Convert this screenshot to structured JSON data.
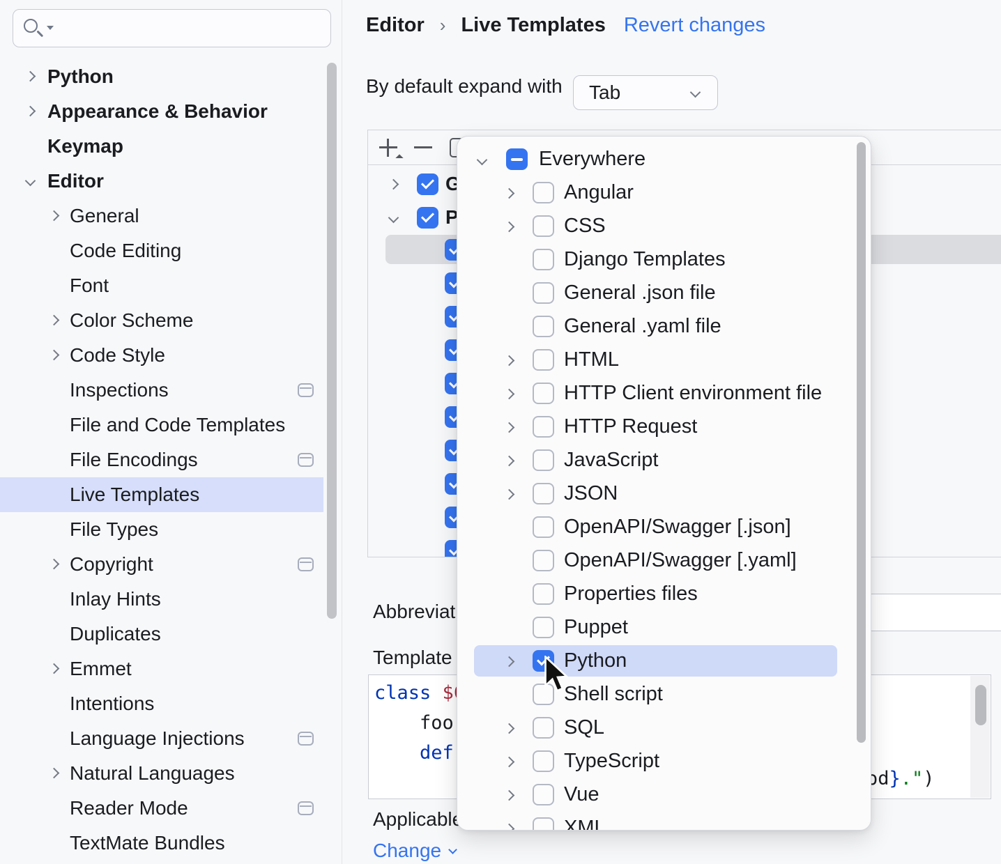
{
  "colors": {
    "accent": "#3574F0",
    "link": "#3574F0",
    "selection_blue": "#D6DEFB",
    "selection_gray": "#DBDCE0",
    "popup_highlight": "#CFD9F8",
    "code_keyword": "#0033B3",
    "code_string": "#067D17",
    "code_variable": "#AB2A3E"
  },
  "sidebar": {
    "search_placeholder": "",
    "items": [
      {
        "label": "Python",
        "level": 0,
        "chevron": "right",
        "icon": false,
        "selected": false
      },
      {
        "label": "Appearance & Behavior",
        "level": 0,
        "chevron": "right",
        "icon": false,
        "selected": false
      },
      {
        "label": "Keymap",
        "level": 0,
        "chevron": null,
        "icon": false,
        "selected": false
      },
      {
        "label": "Editor",
        "level": 0,
        "chevron": "down",
        "icon": false,
        "selected": false
      },
      {
        "label": "General",
        "level": 1,
        "chevron": "right",
        "icon": false,
        "selected": false
      },
      {
        "label": "Code Editing",
        "level": 1,
        "chevron": null,
        "icon": false,
        "selected": false
      },
      {
        "label": "Font",
        "level": 1,
        "chevron": null,
        "icon": false,
        "selected": false
      },
      {
        "label": "Color Scheme",
        "level": 1,
        "chevron": "right",
        "icon": false,
        "selected": false
      },
      {
        "label": "Code Style",
        "level": 1,
        "chevron": "right",
        "icon": false,
        "selected": false
      },
      {
        "label": "Inspections",
        "level": 1,
        "chevron": null,
        "icon": true,
        "selected": false
      },
      {
        "label": "File and Code Templates",
        "level": 1,
        "chevron": null,
        "icon": false,
        "selected": false
      },
      {
        "label": "File Encodings",
        "level": 1,
        "chevron": null,
        "icon": true,
        "selected": false
      },
      {
        "label": "Live Templates",
        "level": 1,
        "chevron": null,
        "icon": false,
        "selected": true
      },
      {
        "label": "File Types",
        "level": 1,
        "chevron": null,
        "icon": false,
        "selected": false
      },
      {
        "label": "Copyright",
        "level": 1,
        "chevron": "right",
        "icon": true,
        "selected": false
      },
      {
        "label": "Inlay Hints",
        "level": 1,
        "chevron": null,
        "icon": false,
        "selected": false
      },
      {
        "label": "Duplicates",
        "level": 1,
        "chevron": null,
        "icon": false,
        "selected": false
      },
      {
        "label": "Emmet",
        "level": 1,
        "chevron": "right",
        "icon": false,
        "selected": false
      },
      {
        "label": "Intentions",
        "level": 1,
        "chevron": null,
        "icon": false,
        "selected": false
      },
      {
        "label": "Language Injections",
        "level": 1,
        "chevron": null,
        "icon": true,
        "selected": false
      },
      {
        "label": "Natural Languages",
        "level": 1,
        "chevron": "right",
        "icon": false,
        "selected": false
      },
      {
        "label": "Reader Mode",
        "level": 1,
        "chevron": null,
        "icon": true,
        "selected": false
      },
      {
        "label": "TextMate Bundles",
        "level": 1,
        "chevron": null,
        "icon": false,
        "selected": false
      }
    ]
  },
  "header": {
    "breadcrumb_parent": "Editor",
    "breadcrumb_separator": "›",
    "breadcrumb_page": "Live Templates",
    "revert_label": "Revert changes"
  },
  "expand_row": {
    "label": "By default expand with",
    "value": "Tab"
  },
  "templates_tree": {
    "toolbar_icons": [
      "add",
      "remove",
      "duplicate"
    ],
    "rows": [
      {
        "label": "G",
        "chevron": "right",
        "checked": true,
        "selected": false
      },
      {
        "label": "P",
        "chevron": "down",
        "checked": true,
        "selected": false
      },
      {
        "label": "",
        "chevron": null,
        "checked": true,
        "selected": true
      },
      {
        "label": "",
        "chevron": null,
        "checked": true,
        "selected": false
      },
      {
        "label": "",
        "chevron": null,
        "checked": true,
        "selected": false
      },
      {
        "label": "",
        "chevron": null,
        "checked": true,
        "selected": false
      },
      {
        "label": "",
        "chevron": null,
        "checked": true,
        "selected": false
      },
      {
        "label": "",
        "chevron": null,
        "checked": true,
        "selected": false
      },
      {
        "label": "",
        "chevron": null,
        "checked": true,
        "selected": false
      },
      {
        "label": "",
        "chevron": null,
        "checked": true,
        "selected": false
      },
      {
        "label": "",
        "chevron": null,
        "checked": true,
        "selected": false
      },
      {
        "label": "",
        "chevron": null,
        "checked": true,
        "selected": false
      }
    ]
  },
  "form": {
    "abbreviation_label": "Abbreviation:",
    "template_label": "Template text:",
    "applicable_label": "Applicable in",
    "change_label": "Change"
  },
  "code_editor": {
    "lines": [
      [
        {
          "t": "class ",
          "c": "kw"
        },
        {
          "t": "$C",
          "c": "var"
        }
      ],
      [
        {
          "t": "    foo(",
          "c": "pl"
        }
      ],
      [
        {
          "t": "    def ",
          "c": "kw"
        }
      ]
    ],
    "fragment": [
      {
        "t": "od",
        "c": "pl"
      },
      {
        "t": "}",
        "c": "kw"
      },
      {
        "t": ".\"",
        "c": "str"
      },
      {
        "t": ")",
        "c": "pl"
      }
    ]
  },
  "context_popup": {
    "items": [
      {
        "label": "Everywhere",
        "level": "root",
        "chevron": "down",
        "state": "indeterminate",
        "highlighted": false
      },
      {
        "label": "Angular",
        "level": "child",
        "chevron": "right",
        "state": "unchecked",
        "highlighted": false
      },
      {
        "label": "CSS",
        "level": "child",
        "chevron": "right",
        "state": "unchecked",
        "highlighted": false
      },
      {
        "label": "Django Templates",
        "level": "child",
        "chevron": null,
        "state": "unchecked",
        "highlighted": false
      },
      {
        "label": "General .json file",
        "level": "child",
        "chevron": null,
        "state": "unchecked",
        "highlighted": false
      },
      {
        "label": "General .yaml file",
        "level": "child",
        "chevron": null,
        "state": "unchecked",
        "highlighted": false
      },
      {
        "label": "HTML",
        "level": "child",
        "chevron": "right",
        "state": "unchecked",
        "highlighted": false
      },
      {
        "label": "HTTP Client environment file",
        "level": "child",
        "chevron": "right",
        "state": "unchecked",
        "highlighted": false
      },
      {
        "label": "HTTP Request",
        "level": "child",
        "chevron": "right",
        "state": "unchecked",
        "highlighted": false
      },
      {
        "label": "JavaScript",
        "level": "child",
        "chevron": "right",
        "state": "unchecked",
        "highlighted": false
      },
      {
        "label": "JSON",
        "level": "child",
        "chevron": "right",
        "state": "unchecked",
        "highlighted": false
      },
      {
        "label": "OpenAPI/Swagger [.json]",
        "level": "child",
        "chevron": null,
        "state": "unchecked",
        "highlighted": false
      },
      {
        "label": "OpenAPI/Swagger [.yaml]",
        "level": "child",
        "chevron": null,
        "state": "unchecked",
        "highlighted": false
      },
      {
        "label": "Properties files",
        "level": "child",
        "chevron": null,
        "state": "unchecked",
        "highlighted": false
      },
      {
        "label": "Puppet",
        "level": "child",
        "chevron": null,
        "state": "unchecked",
        "highlighted": false
      },
      {
        "label": "Python",
        "level": "child",
        "chevron": "right",
        "state": "checked",
        "highlighted": true
      },
      {
        "label": "Shell script",
        "level": "child",
        "chevron": null,
        "state": "unchecked",
        "highlighted": false
      },
      {
        "label": "SQL",
        "level": "child",
        "chevron": "right",
        "state": "unchecked",
        "highlighted": false
      },
      {
        "label": "TypeScript",
        "level": "child",
        "chevron": "right",
        "state": "unchecked",
        "highlighted": false
      },
      {
        "label": "Vue",
        "level": "child",
        "chevron": "right",
        "state": "unchecked",
        "highlighted": false
      },
      {
        "label": "XML",
        "level": "child",
        "chevron": "right",
        "state": "unchecked",
        "highlighted": false
      }
    ]
  }
}
